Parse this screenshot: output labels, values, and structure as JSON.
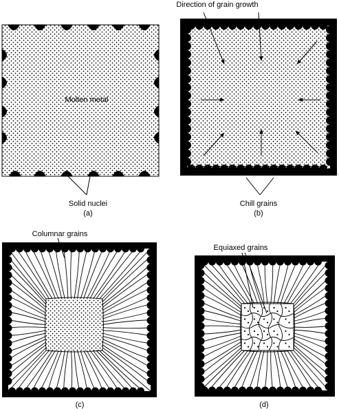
{
  "panels": [
    {
      "id": "a",
      "caption": "(a)",
      "center_label": "Molten metal",
      "callout_label": "Solid nuclei"
    },
    {
      "id": "b",
      "caption": "(b)",
      "top_label": "Direction of grain growth",
      "callout_label": "Chill grains"
    },
    {
      "id": "c",
      "caption": "(c)",
      "callout_label": "Columnar grains"
    },
    {
      "id": "d",
      "caption": "(d)",
      "callout_label": "Equiaxed grains"
    }
  ],
  "colors": {
    "ink": "#000000",
    "paper": "#ffffff"
  }
}
